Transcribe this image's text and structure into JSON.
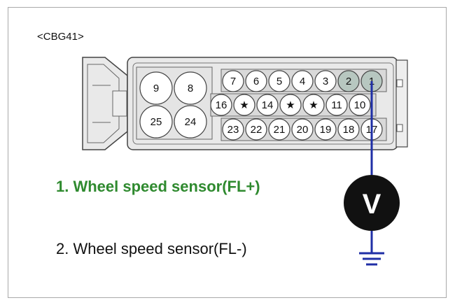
{
  "connector": {
    "id": "<CBG41>"
  },
  "pins": {
    "big": [
      "9",
      "8",
      "25",
      "24"
    ],
    "row1": [
      "7",
      "6",
      "5",
      "4",
      "3",
      "2",
      "1"
    ],
    "row2": [
      "16",
      "★",
      "14",
      "★",
      "★",
      "11",
      "10"
    ],
    "row3": [
      "23",
      "22",
      "21",
      "20",
      "19",
      "18",
      "17"
    ]
  },
  "meter": {
    "symbol": "V"
  },
  "labels": {
    "pin1": "1. Wheel speed sensor(FL+)",
    "pin2": "2. Wheel speed sensor(FL-)"
  },
  "colors": {
    "highlight_text": "#2f8a2f",
    "probe_wire": "#1f2fa6",
    "connector_fill": "#eaeaea",
    "highlight_pin": "#b7c7c0"
  }
}
